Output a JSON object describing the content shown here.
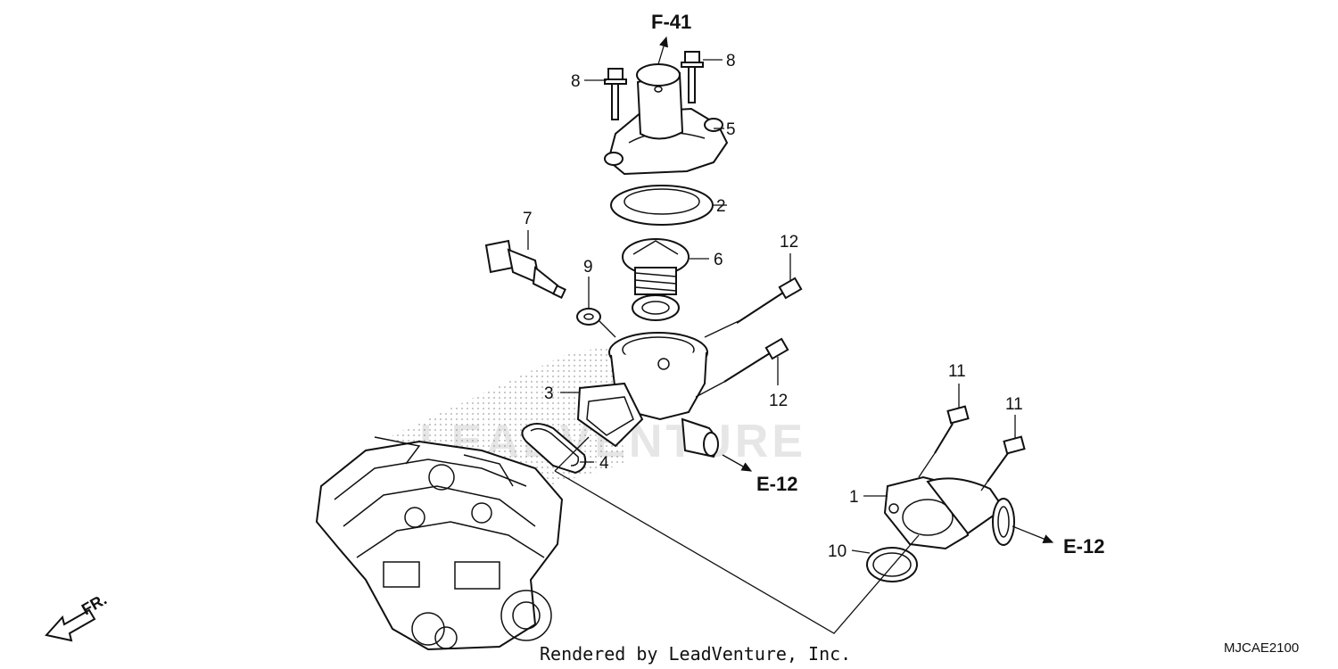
{
  "watermark": "LEADVENTURE",
  "front_label": "FR.",
  "refs": {
    "top": "F-41",
    "right_upper": "E-12",
    "right_lower": "E-12"
  },
  "callouts": {
    "c1": "1",
    "c2": "2",
    "c3": "3",
    "c4": "4",
    "c5": "5",
    "c6": "6",
    "c7": "7",
    "c8a": "8",
    "c8b": "8",
    "c9": "9",
    "c10": "10",
    "c11a": "11",
    "c11b": "11",
    "c12a": "12",
    "c12b": "12"
  },
  "footer": {
    "credit": "Rendered by LeadVenture, Inc.",
    "diagram_code": "MJCAE2100"
  }
}
